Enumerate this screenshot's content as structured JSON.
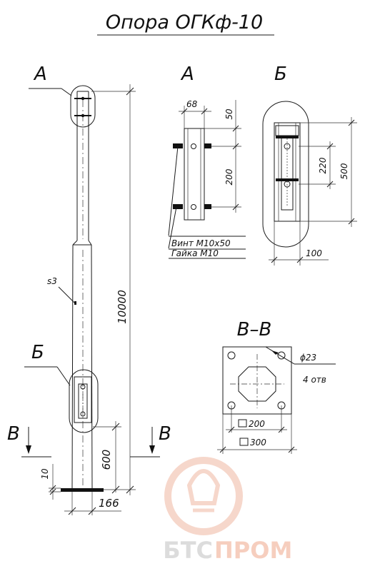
{
  "title": "Опора ОГКф-10",
  "views": {
    "a_main": "А",
    "b_main": "Б",
    "b_section_left": "В",
    "b_section_right": "В",
    "a_detail": "А",
    "b_detail": "Б",
    "section": "В–В"
  },
  "dims": {
    "total_height": "10000",
    "base_height": "600",
    "base_plate": "10",
    "base_width": "166",
    "wall": "s3",
    "a_width": "68",
    "a_top": "50",
    "a_span": "200",
    "b_span": "220",
    "b_total": "500",
    "b_width": "100",
    "hole_dia": "ϕ23",
    "hole_count": "4 отв",
    "inner_square": "200",
    "outer_square": "300"
  },
  "hardware": {
    "bolt": "Винт М10х50",
    "nut": "Гайка М10"
  },
  "watermark": {
    "brand_left": "БТС",
    "brand_right": "ПРОМ",
    "colors": {
      "left": "#d9d9d9",
      "right": "#f6c9b8"
    }
  }
}
